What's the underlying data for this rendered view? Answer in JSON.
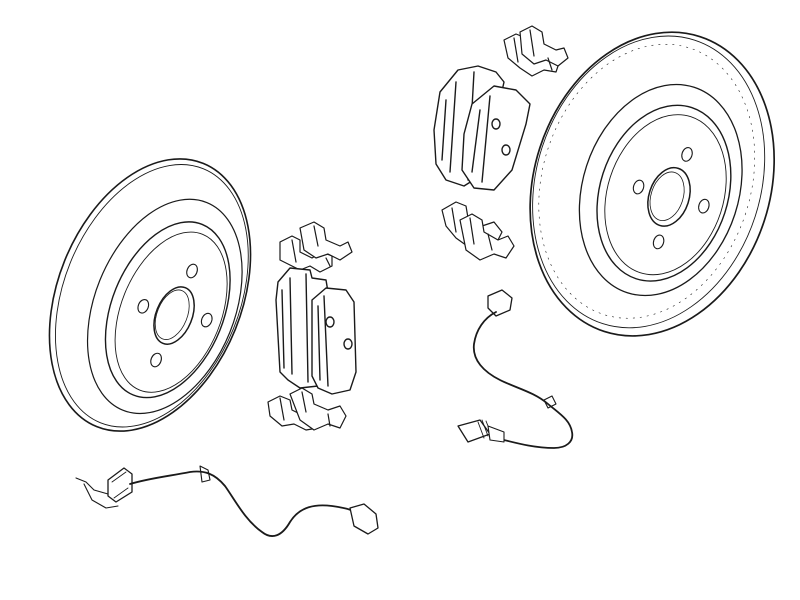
{
  "diagram": {
    "view": "exploded",
    "labels": [],
    "parts": [
      {
        "id": "rear-brake-disc",
        "icon": "solid-disc-icon",
        "bolt_holes": 4
      },
      {
        "id": "rear-brake-pad-set",
        "icon": "brake-pad-icon",
        "count": 2
      },
      {
        "id": "rear-pad-clips",
        "icon": "clip-icon",
        "count": 4
      },
      {
        "id": "rear-wear-sensor",
        "icon": "wear-sensor-icon"
      },
      {
        "id": "front-brake-disc",
        "icon": "vented-disc-icon",
        "bolt_holes": 4
      },
      {
        "id": "front-brake-pad-set",
        "icon": "brake-pad-icon",
        "count": 2
      },
      {
        "id": "front-pad-clips",
        "icon": "clip-icon",
        "count": 4
      },
      {
        "id": "front-wear-sensor",
        "icon": "wear-sensor-icon"
      }
    ],
    "colors": {
      "line": "#1a1a1a",
      "fill": "#ffffff",
      "background": "#ffffff"
    }
  }
}
